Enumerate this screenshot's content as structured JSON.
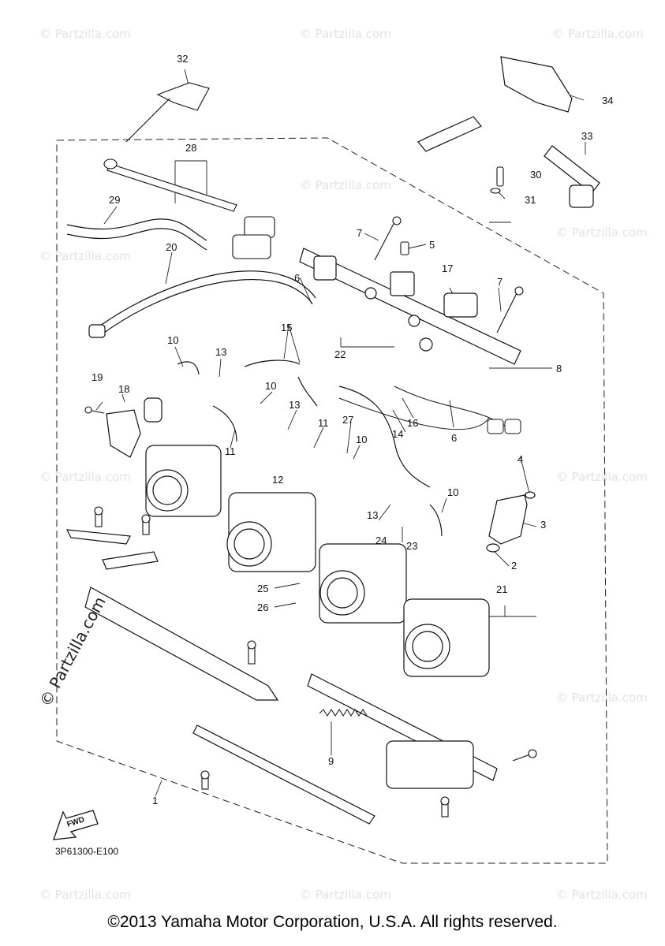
{
  "diagram": {
    "callouts": [
      "1",
      "2",
      "3",
      "4",
      "5",
      "6",
      "6",
      "7",
      "7",
      "8",
      "9",
      "10",
      "10",
      "10",
      "10",
      "11",
      "11",
      "12",
      "13",
      "13",
      "13",
      "14",
      "15",
      "16",
      "17",
      "18",
      "19",
      "20",
      "21",
      "22",
      "23",
      "24",
      "25",
      "26",
      "27",
      "28",
      "29",
      "30",
      "31",
      "32",
      "33",
      "34"
    ],
    "fwd_label": "FWD",
    "diagram_code": "3P61300-E100"
  },
  "watermarks": {
    "small": "© Partzilla.com",
    "large": "© Partzilla.com"
  },
  "footer": {
    "copyright": "©2013 Yamaha Motor Corporation, U.S.A. All rights reserved."
  }
}
